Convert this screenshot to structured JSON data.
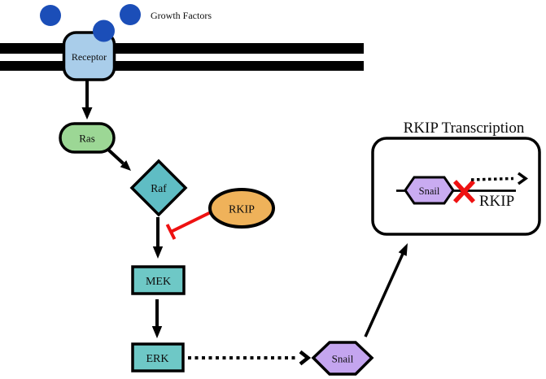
{
  "figure": {
    "background": "#ffffff",
    "legend_label": "Growth Factors"
  },
  "nodes": {
    "receptor": {
      "label": "Receptor",
      "fill": "#a9cdea",
      "shape": "rounded-rect"
    },
    "ras": {
      "label": "Ras",
      "fill": "#9cd795",
      "shape": "stadium"
    },
    "raf": {
      "label": "Raf",
      "fill": "#5fbdc4",
      "shape": "diamond"
    },
    "rkip": {
      "label": "RKIP",
      "fill": "#efb25a",
      "shape": "ellipse"
    },
    "mek": {
      "label": "MEK",
      "fill": "#6ec8c6",
      "shape": "rect"
    },
    "erk": {
      "label": "ERK",
      "fill": "#6ec8c6",
      "shape": "rect"
    },
    "snail": {
      "label": "Snail",
      "fill": "#c4a5ef",
      "shape": "hexagon"
    },
    "snail_gene": {
      "label": "Snail",
      "fill": "#c9abf1",
      "shape": "hexagon"
    }
  },
  "transcription_box": {
    "title": "RKIP Transcription",
    "gene_label": "RKIP"
  },
  "colors": {
    "membrane": "#000000",
    "growth_factor": "#1b4eb8",
    "inhibition": "#ee1111",
    "arrow": "#000000"
  },
  "edges": [
    {
      "from": "Growth Factors",
      "to": "Receptor",
      "style": "binding"
    },
    {
      "from": "Receptor",
      "to": "Ras",
      "style": "solid-arrow"
    },
    {
      "from": "Ras",
      "to": "Raf",
      "style": "solid-arrow"
    },
    {
      "from": "Raf",
      "to": "MEK",
      "style": "solid-arrow"
    },
    {
      "from": "RKIP",
      "to": "Raf-MEK activation",
      "style": "inhibition"
    },
    {
      "from": "MEK",
      "to": "ERK",
      "style": "solid-arrow"
    },
    {
      "from": "ERK",
      "to": "Snail",
      "style": "dashed-arrow"
    },
    {
      "from": "Snail",
      "to": "RKIP Transcription",
      "style": "solid-arrow"
    },
    {
      "from": "Snail bound at RKIP gene",
      "to": "RKIP transcription",
      "style": "blocked-dashed-arrow"
    }
  ]
}
